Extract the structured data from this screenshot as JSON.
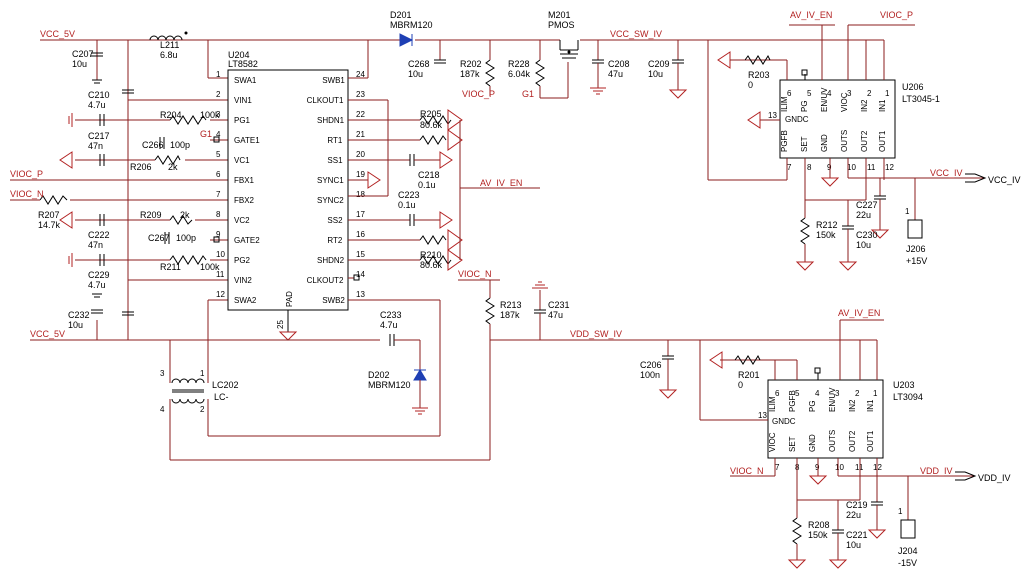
{
  "nets": {
    "vcc_5v_top": "VCC_5V",
    "vcc_5v_bot": "VCC_5V",
    "vioc_p_left": "VIOC_P",
    "vioc_n_left": "VIOC_N",
    "vioc_p_mid": "VIOC_P",
    "vioc_n_mid": "VIOC_N",
    "g1_mid": "G1",
    "g1_left": "G1",
    "av_iv_en_mid": "AV_IV_EN",
    "av_iv_en_top": "AV_IV_EN",
    "av_iv_en_low": "AV_IV_EN",
    "vioc_p_top": "VIOC_P",
    "vcc_sw_iv": "VCC_SW_IV",
    "vdd_sw_iv": "VDD_SW_IV",
    "vcc_iv_a": "VCC_IV",
    "vcc_iv_b": "VCC_IV",
    "vdd_iv_a": "VDD_IV",
    "vdd_iv_b": "VDD_IV",
    "vioc_n_low": "VIOC_N"
  },
  "u204": {
    "ref": "U204",
    "part": "LT8582",
    "left_pins": [
      {
        "num": "1",
        "name": "SWA1"
      },
      {
        "num": "2",
        "name": "VIN1"
      },
      {
        "num": "3",
        "name": "PG1"
      },
      {
        "num": "4",
        "name": "GATE1"
      },
      {
        "num": "5",
        "name": "VC1"
      },
      {
        "num": "6",
        "name": "FBX1"
      },
      {
        "num": "7",
        "name": "FBX2"
      },
      {
        "num": "8",
        "name": "VC2"
      },
      {
        "num": "9",
        "name": "GATE2"
      },
      {
        "num": "10",
        "name": "PG2"
      },
      {
        "num": "11",
        "name": "VIN2"
      },
      {
        "num": "12",
        "name": "SWA2"
      }
    ],
    "right_pins": [
      {
        "num": "24",
        "name": "SWB1"
      },
      {
        "num": "23",
        "name": "CLKOUT1"
      },
      {
        "num": "22",
        "name": "SHDN1"
      },
      {
        "num": "21",
        "name": "RT1"
      },
      {
        "num": "20",
        "name": "SS1"
      },
      {
        "num": "19",
        "name": "SYNC1"
      },
      {
        "num": "18",
        "name": "SYNC2"
      },
      {
        "num": "17",
        "name": "SS2"
      },
      {
        "num": "16",
        "name": "RT2"
      },
      {
        "num": "15",
        "name": "SHDN2"
      },
      {
        "num": "14",
        "name": "CLKOUT2"
      },
      {
        "num": "13",
        "name": "SWB2"
      }
    ],
    "pad_num": "25",
    "pad_name": "PAD"
  },
  "u206": {
    "ref": "U206",
    "part": "LT3045-1",
    "top_pins": [
      {
        "num": "6",
        "name": "ILIM"
      },
      {
        "num": "5",
        "name": "PG"
      },
      {
        "num": "4",
        "name": "EN/UV"
      },
      {
        "num": "3",
        "name": "VIOC"
      },
      {
        "num": "2",
        "name": "IN2"
      },
      {
        "num": "1",
        "name": "IN1"
      }
    ],
    "bottom_pins": [
      {
        "num": "7",
        "name": "PGFB"
      },
      {
        "num": "8",
        "name": "SET"
      },
      {
        "num": "9",
        "name": "GND"
      },
      {
        "num": "10",
        "name": "OUTS"
      },
      {
        "num": "11",
        "name": "OUT2"
      },
      {
        "num": "12",
        "name": "OUT1"
      }
    ],
    "side_pin": {
      "num": "13",
      "name": "GNDC"
    }
  },
  "u203": {
    "ref": "U203",
    "part": "LT3094",
    "top_pins": [
      {
        "num": "6",
        "name": "ILIM"
      },
      {
        "num": "5",
        "name": "PGFB"
      },
      {
        "num": "4",
        "name": "PG"
      },
      {
        "num": "3",
        "name": "EN/UV"
      },
      {
        "num": "2",
        "name": "IN2"
      },
      {
        "num": "1",
        "name": "IN1"
      }
    ],
    "bottom_pins": [
      {
        "num": "7",
        "name": "VIOC"
      },
      {
        "num": "8",
        "name": "SET"
      },
      {
        "num": "9",
        "name": "GND"
      },
      {
        "num": "10",
        "name": "OUTS"
      },
      {
        "num": "11",
        "name": "OUT2"
      },
      {
        "num": "12",
        "name": "OUT1"
      }
    ],
    "side_pin": {
      "num": "13",
      "name": "GNDC"
    }
  },
  "parts": {
    "c207": {
      "ref": "C207",
      "val": "10u"
    },
    "c210": {
      "ref": "C210",
      "val": "4.7u"
    },
    "c217": {
      "ref": "C217",
      "val": "47n"
    },
    "c222": {
      "ref": "C222",
      "val": "47n"
    },
    "c229": {
      "ref": "C229",
      "val": "4.7u"
    },
    "c232": {
      "ref": "C232",
      "val": "10u"
    },
    "c266": {
      "ref": "C266",
      "val": "100p"
    },
    "c267": {
      "ref": "C267",
      "val": "100p"
    },
    "r204": {
      "ref": "R204",
      "val": "100k"
    },
    "r206": {
      "ref": "R206",
      "val": "2k"
    },
    "r207": {
      "ref": "R207",
      "val": "14.7k"
    },
    "r209": {
      "ref": "R209",
      "val": "2k"
    },
    "r211": {
      "ref": "R211",
      "val": "100k"
    },
    "l211": {
      "ref": "L211",
      "val": "6.8u"
    },
    "d201": {
      "ref": "D201",
      "val": "MBRM120"
    },
    "d202": {
      "ref": "D202",
      "val": "MBRM120"
    },
    "c268": {
      "ref": "C268",
      "val": "10u"
    },
    "r202": {
      "ref": "R202",
      "val": "187k"
    },
    "r228": {
      "ref": "R228",
      "val": "6.04k"
    },
    "m201": {
      "ref": "M201",
      "val": "PMOS"
    },
    "c208": {
      "ref": "C208",
      "val": "47u"
    },
    "c209": {
      "ref": "C209",
      "val": "10u"
    },
    "r205": {
      "ref": "R205",
      "val": "80.6k"
    },
    "c218": {
      "ref": "C218",
      "val": "0.1u"
    },
    "c223": {
      "ref": "C223",
      "val": "0.1u"
    },
    "r210": {
      "ref": "R210",
      "val": "80.6k"
    },
    "c233": {
      "ref": "C233",
      "val": "4.7u"
    },
    "lc202": {
      "ref": "LC202",
      "val": "LC-"
    },
    "r213": {
      "ref": "R213",
      "val": "187k"
    },
    "c231": {
      "ref": "C231",
      "val": "47u"
    },
    "c206": {
      "ref": "C206",
      "val": "100n"
    },
    "r201": {
      "ref": "R201",
      "val": "0"
    },
    "r203": {
      "ref": "R203",
      "val": "0"
    },
    "r212": {
      "ref": "R212",
      "val": "150k"
    },
    "c230": {
      "ref": "C230",
      "val": "10u"
    },
    "c227": {
      "ref": "C227",
      "val": "22u"
    },
    "r208": {
      "ref": "R208",
      "val": "150k"
    },
    "c221": {
      "ref": "C221",
      "val": "10u"
    },
    "c219": {
      "ref": "C219",
      "val": "22u"
    },
    "j206": {
      "ref": "J206",
      "val": "+15V",
      "pin": "1"
    },
    "j204": {
      "ref": "J204",
      "val": "-15V",
      "pin": "1"
    }
  },
  "transformer_pins": {
    "p1": "1",
    "p2": "2",
    "p3": "3",
    "p4": "4"
  }
}
